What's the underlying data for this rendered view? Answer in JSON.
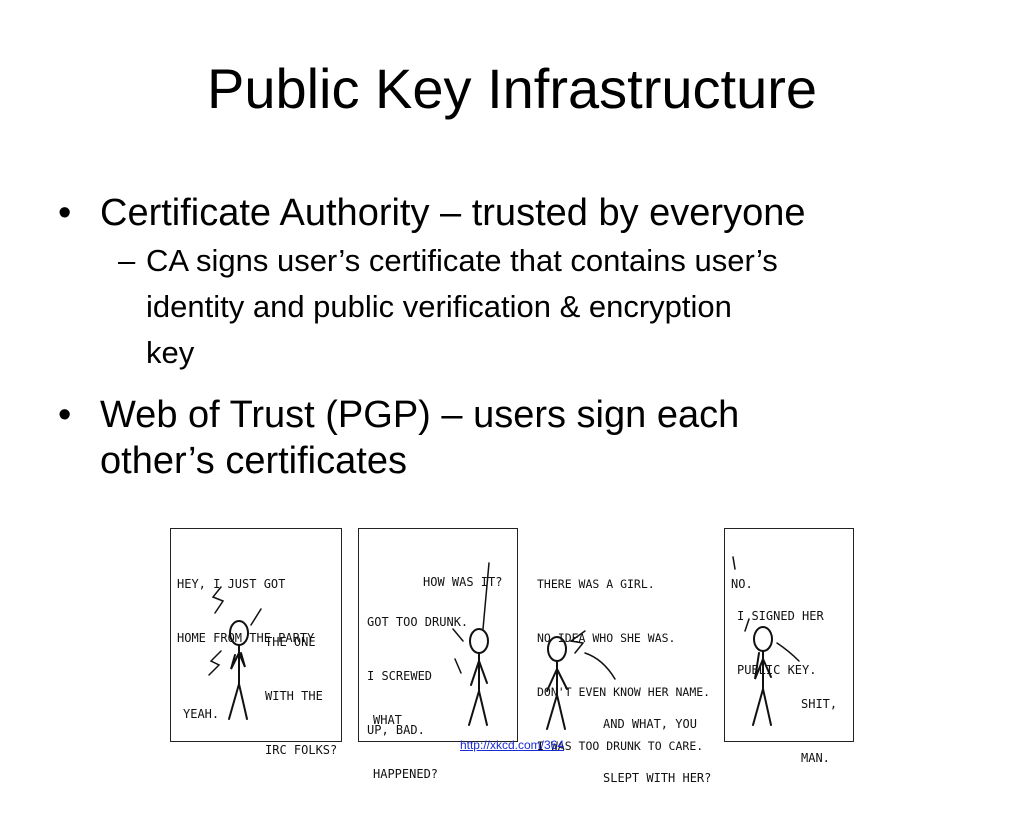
{
  "slide": {
    "title": "Public Key Infrastructure",
    "bullet_glyph": "•",
    "dash_glyph": "–",
    "bullets": [
      {
        "text": "Certificate Authority – trusted by everyone",
        "sub": [
          {
            "lines": [
              "CA signs user’s certificate that contains user’s",
              "identity and public verification & encryption",
              "key"
            ]
          }
        ]
      },
      {
        "lines": [
          "Web of Trust (PGP) – users sign each",
          "other’s certificates"
        ]
      }
    ]
  },
  "comic": {
    "panels": [
      {
        "texts": [
          [
            "HEY, I JUST GOT",
            "HOME FROM THE PARTY"
          ],
          [
            "THE ONE",
            "WITH THE",
            "IRC FOLKS?"
          ],
          [
            "YEAH."
          ]
        ]
      },
      {
        "texts": [
          [
            "HOW WAS IT?"
          ],
          [
            "GOT TOO DRUNK.",
            "I SCREWED",
            "UP, BAD."
          ],
          [
            "WHAT",
            "HAPPENED?"
          ]
        ]
      },
      {
        "texts": [
          [
            "THERE WAS A GIRL.",
            "NO IDEA WHO SHE WAS.",
            "DON'T EVEN KNOW HER NAME.",
            "I WAS TOO DRUNK TO CARE."
          ],
          [
            "AND WHAT, YOU",
            "SLEPT WITH HER?"
          ]
        ]
      },
      {
        "texts": [
          [
            "NO."
          ],
          [
            "I SIGNED HER",
            "PUBLIC KEY."
          ],
          [
            "SHIT,",
            "MAN."
          ]
        ]
      }
    ]
  },
  "source": {
    "link_text": "http://xkcd.com/364"
  }
}
